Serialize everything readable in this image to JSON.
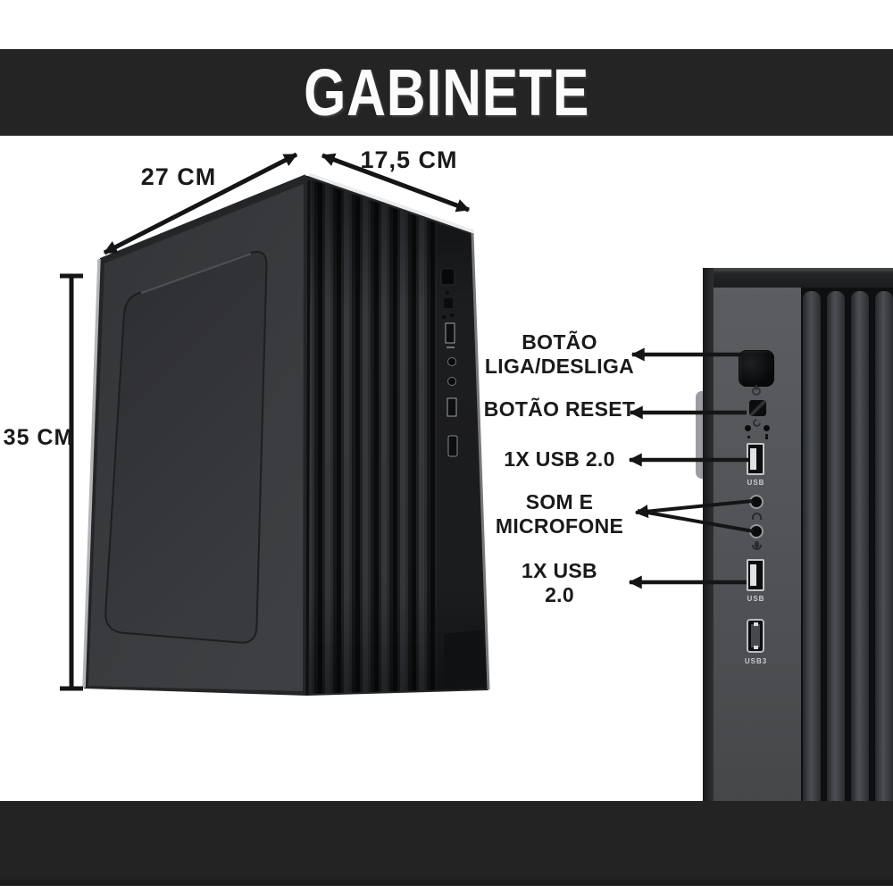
{
  "banner": {
    "title": "GABINETE"
  },
  "dimensions": {
    "depth_label": "27 CM",
    "width_label": "17,5 CM",
    "height_label": "35 CM"
  },
  "annotations": [
    {
      "lines": [
        "BOTÃO",
        "LIGA/DESLIGA"
      ],
      "points_to": "power-button"
    },
    {
      "lines": [
        "BOTÃO RESET"
      ],
      "points_to": "reset-button"
    },
    {
      "lines": [
        "1X USB 2.0"
      ],
      "points_to": "usb-port-top"
    },
    {
      "lines": [
        "SOM E",
        "MICROFONE"
      ],
      "points_to": "headphone-and-mic-jacks"
    },
    {
      "lines": [
        "1X USB",
        "2.0"
      ],
      "points_to": "usb-port-bottom"
    }
  ],
  "closeup_port_labels": {
    "usb_top": "USB",
    "usb_mid": "USB",
    "usb3": "USB3"
  },
  "colors": {
    "banner_bg": "#242424",
    "bottom_bar_bg": "#232323",
    "ink": "#1a1a1a",
    "case_body": "#2b2c2e",
    "closeup_face": "#54565a",
    "highlight_edge": "#ececec"
  }
}
